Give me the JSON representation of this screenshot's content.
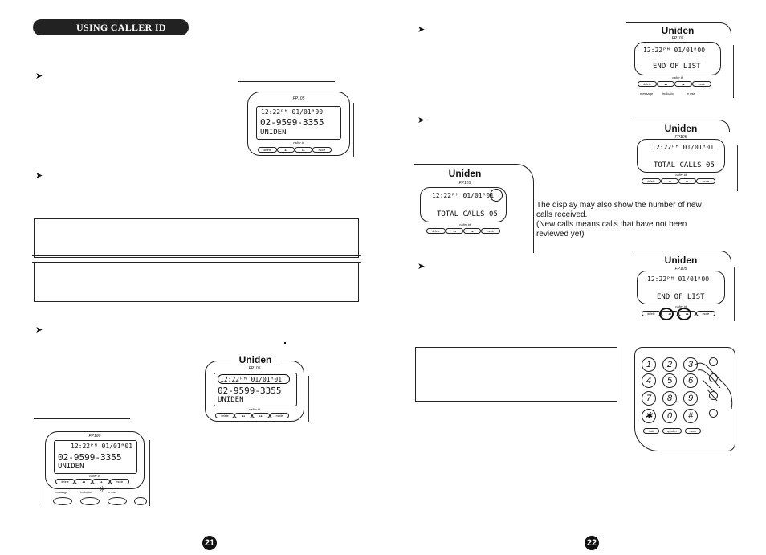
{
  "header": {
    "title": "USING CALLER ID"
  },
  "bullet_glyph": "➤",
  "phone": {
    "brand": "Uniden",
    "model": "FP105",
    "model_alt": "FP160",
    "caller_id_label": "caller id",
    "buttons": [
      "delete",
      "◂◂",
      "▸▸",
      "mode"
    ],
    "indicators": [
      "message",
      "indicator",
      "in use"
    ],
    "keys_bottom": [
      "hold",
      "speaker",
      "mode"
    ]
  },
  "screens": {
    "time": "12:22ᴾᴹ 01/01ᴿ00",
    "time_01": "12:22ᴾᴹ 01/01ᴿ01",
    "number": "02-9599-3355",
    "name": "UNIDEN",
    "end_of_list": "END OF LIST",
    "total_calls": "TOTAL CALLS 05"
  },
  "note": {
    "line1": "The display may also show the number of new",
    "line2": "calls received.",
    "line3": "(New calls means calls that have not been",
    "line4": "reviewed yet)"
  },
  "keypad": [
    "1",
    "2",
    "3",
    "4",
    "5",
    "6",
    "7",
    "8",
    "9",
    "✱",
    "0",
    "#"
  ],
  "page_numbers": {
    "left": "21",
    "right": "22"
  }
}
